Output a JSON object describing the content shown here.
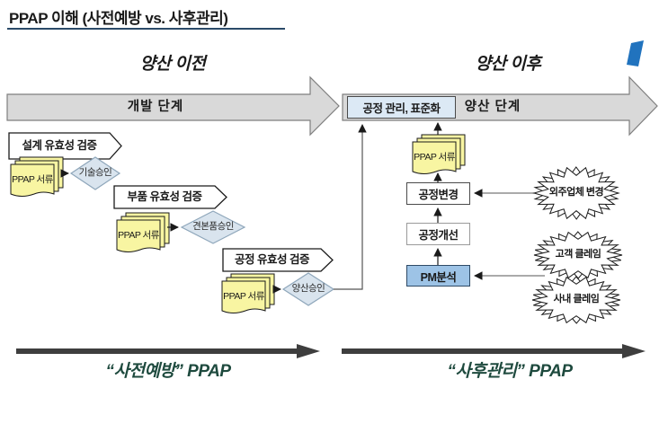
{
  "title": "PPAP 이해 (사전예방 vs. 사후관리)",
  "headers": {
    "before": "양산 이전",
    "after": "양산 이후"
  },
  "timeline": {
    "dev_stage": "개발 단계",
    "mass_stage": "양산 단계",
    "control_box": "공정 관리, 표준화"
  },
  "pre_groups": [
    {
      "chevron": "설계 유효성 검증",
      "doc": "PPAP 서류",
      "approval": "기술승인"
    },
    {
      "chevron": "부품 유효성 검증",
      "doc": "PPAP 서류",
      "approval": "견본품승인"
    },
    {
      "chevron": "공정 유효성 검증",
      "doc": "PPAP 서류",
      "approval": "양산승인"
    }
  ],
  "post_flow": {
    "doc": "PPAP 서류",
    "steps": [
      "공정변경",
      "공정개선",
      "PM분석"
    ]
  },
  "triggers": [
    "외주업체 변경",
    "고객 클레임",
    "사내 클레임"
  ],
  "footer": {
    "pre": "“사전예방” PPAP",
    "post": "“사후관리” PPAP"
  },
  "colors": {
    "title_underline": "#2b4a68",
    "stage_arrow_fill": "#d9d9d9",
    "stage_arrow_border": "#7f7f7f",
    "doc_fill": "#f8f5a2",
    "diamond_fill": "#d9e4ee",
    "diamond_border": "#8ea6ba",
    "control_box_fill": "#dce9f5",
    "pm_box_fill": "#9dc3e6",
    "bottom_arrow": "#3e3e3e",
    "footer_text": "#1e4a3e",
    "logo_blue": "#2173be"
  }
}
